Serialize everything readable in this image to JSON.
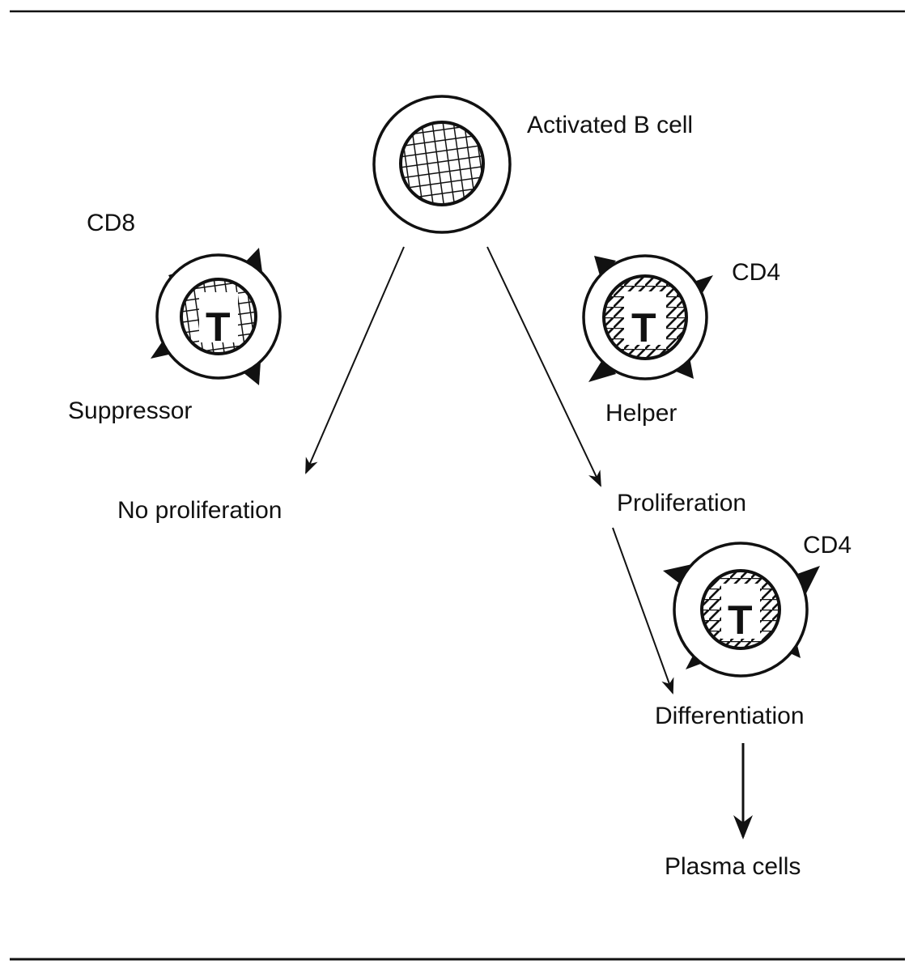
{
  "diagram": {
    "title": "",
    "colors": {
      "ink": "#111111",
      "background": "#ffffff"
    },
    "nodes": {
      "b_cell": {
        "label": "Activated B cell",
        "icon": "b-cell-nucleus-crosshatch"
      },
      "suppressor": {
        "marker": "CD8",
        "label": "Suppressor",
        "letter": "T",
        "icon": "t-cell-with-receptors"
      },
      "helper": {
        "marker": "CD4",
        "label": "Helper",
        "letter": "T",
        "icon": "t-cell-with-receptors"
      },
      "helper2": {
        "marker": "CD4",
        "letter": "T",
        "icon": "t-cell-with-receptors"
      }
    },
    "outcomes": {
      "no_proliferation": "No proliferation",
      "proliferation": "Proliferation",
      "differentiation": "Differentiation",
      "plasma_cells": "Plasma cells"
    },
    "edges": [
      {
        "from": "Activated B cell",
        "to": "No proliferation",
        "via": "Suppressor (CD8)"
      },
      {
        "from": "Activated B cell",
        "to": "Proliferation",
        "via": "Helper (CD4)"
      },
      {
        "from": "Proliferation",
        "to": "Differentiation",
        "via": "Helper (CD4)"
      },
      {
        "from": "Differentiation",
        "to": "Plasma cells"
      }
    ]
  }
}
